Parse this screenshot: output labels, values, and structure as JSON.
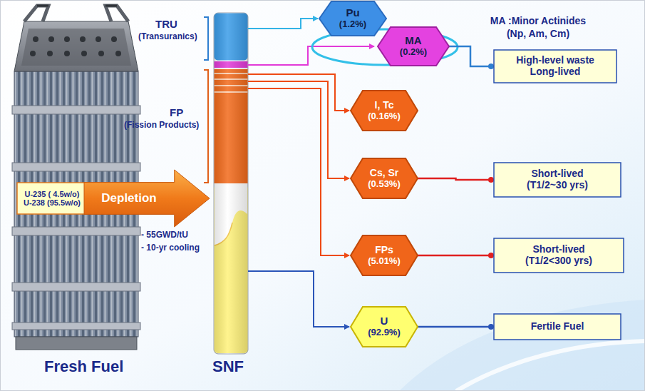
{
  "diagram": {
    "nodes": [
      {
        "text": [
          "U-235 ( 4.5w/o)",
          "U-238 (95.5w/o)"
        ]
      },
      {
        "text": [
          "Depletion"
        ]
      },
      {
        "text": [
          "Pu",
          "(1.2%)"
        ]
      },
      {
        "text": [
          "MA",
          "(0.2%)"
        ]
      },
      {
        "text": [
          "I, Tc",
          "(0.16%)"
        ]
      },
      {
        "text": [
          "Cs, Sr",
          "(0.53%)"
        ]
      },
      {
        "text": [
          "FPs",
          "(5.01%)"
        ]
      },
      {
        "text": [
          "U",
          "(92.9%)"
        ]
      },
      {
        "text": [
          "High-level waste",
          "Long-lived"
        ]
      },
      {
        "text": [
          "Short-lived",
          "(T1/2~30 yrs)"
        ]
      },
      {
        "text": [
          "Short-lived",
          "(T1/2<300 yrs)"
        ]
      },
      {
        "text": [
          "Fertile Fuel"
        ]
      }
    ],
    "edges": [
      {
        "from": 3,
        "to": 8,
        "arrow": "none"
      },
      {
        "from": 5,
        "to": 9,
        "arrow": "none"
      },
      {
        "from": 6,
        "to": 10,
        "arrow": "none"
      },
      {
        "from": 7,
        "to": 11,
        "arrow": "none"
      }
    ],
    "labels": [
      "TRU",
      "(Transuranics)",
      "FP",
      "(Fission Products)",
      "- 55GWD/tU",
      "- 10-yr cooling",
      "Fresh Fuel",
      "SNF",
      "MA :Minor Actinides",
      "(Np, Am, Cm)"
    ]
  }
}
